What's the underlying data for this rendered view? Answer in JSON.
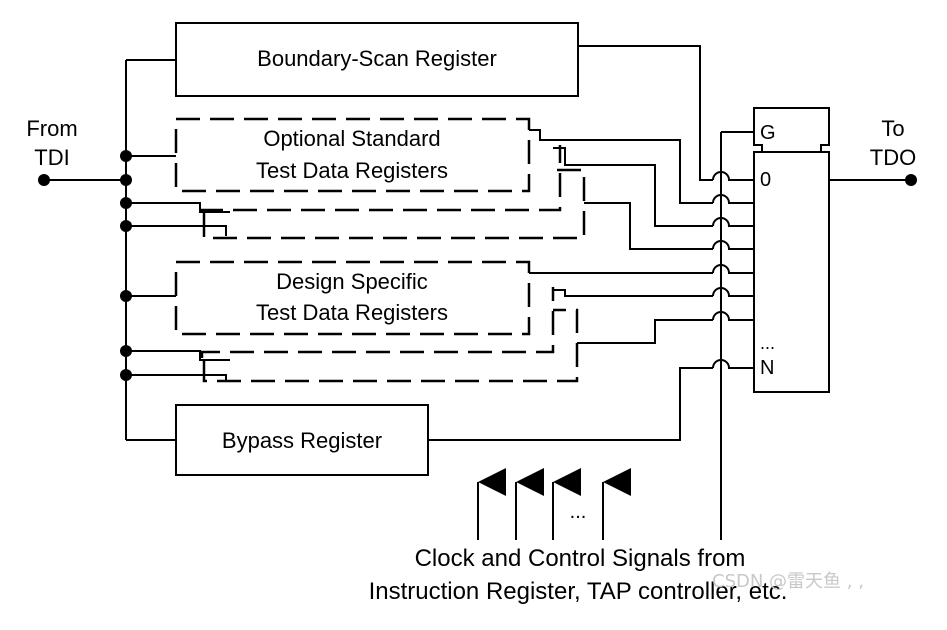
{
  "labels": {
    "from_tdi_1": "From",
    "from_tdi_2": "TDI",
    "to_tdo_1": "To",
    "to_tdo_2": "TDO",
    "boundary_scan": "Boundary-Scan Register",
    "optional_1": "Optional Standard",
    "optional_2": "Test Data Registers",
    "design_1": "Design Specific",
    "design_2": "Test Data Registers",
    "bypass": "Bypass Register",
    "mux_g": "G",
    "mux_0": "0",
    "mux_dots": "...",
    "mux_n": "N",
    "arrows_dots": "...",
    "caption_1": "Clock and Control Signals from",
    "caption_2": "Instruction Register, TAP controller, etc."
  },
  "watermark": "CSDN @雷天鱼 , ,"
}
